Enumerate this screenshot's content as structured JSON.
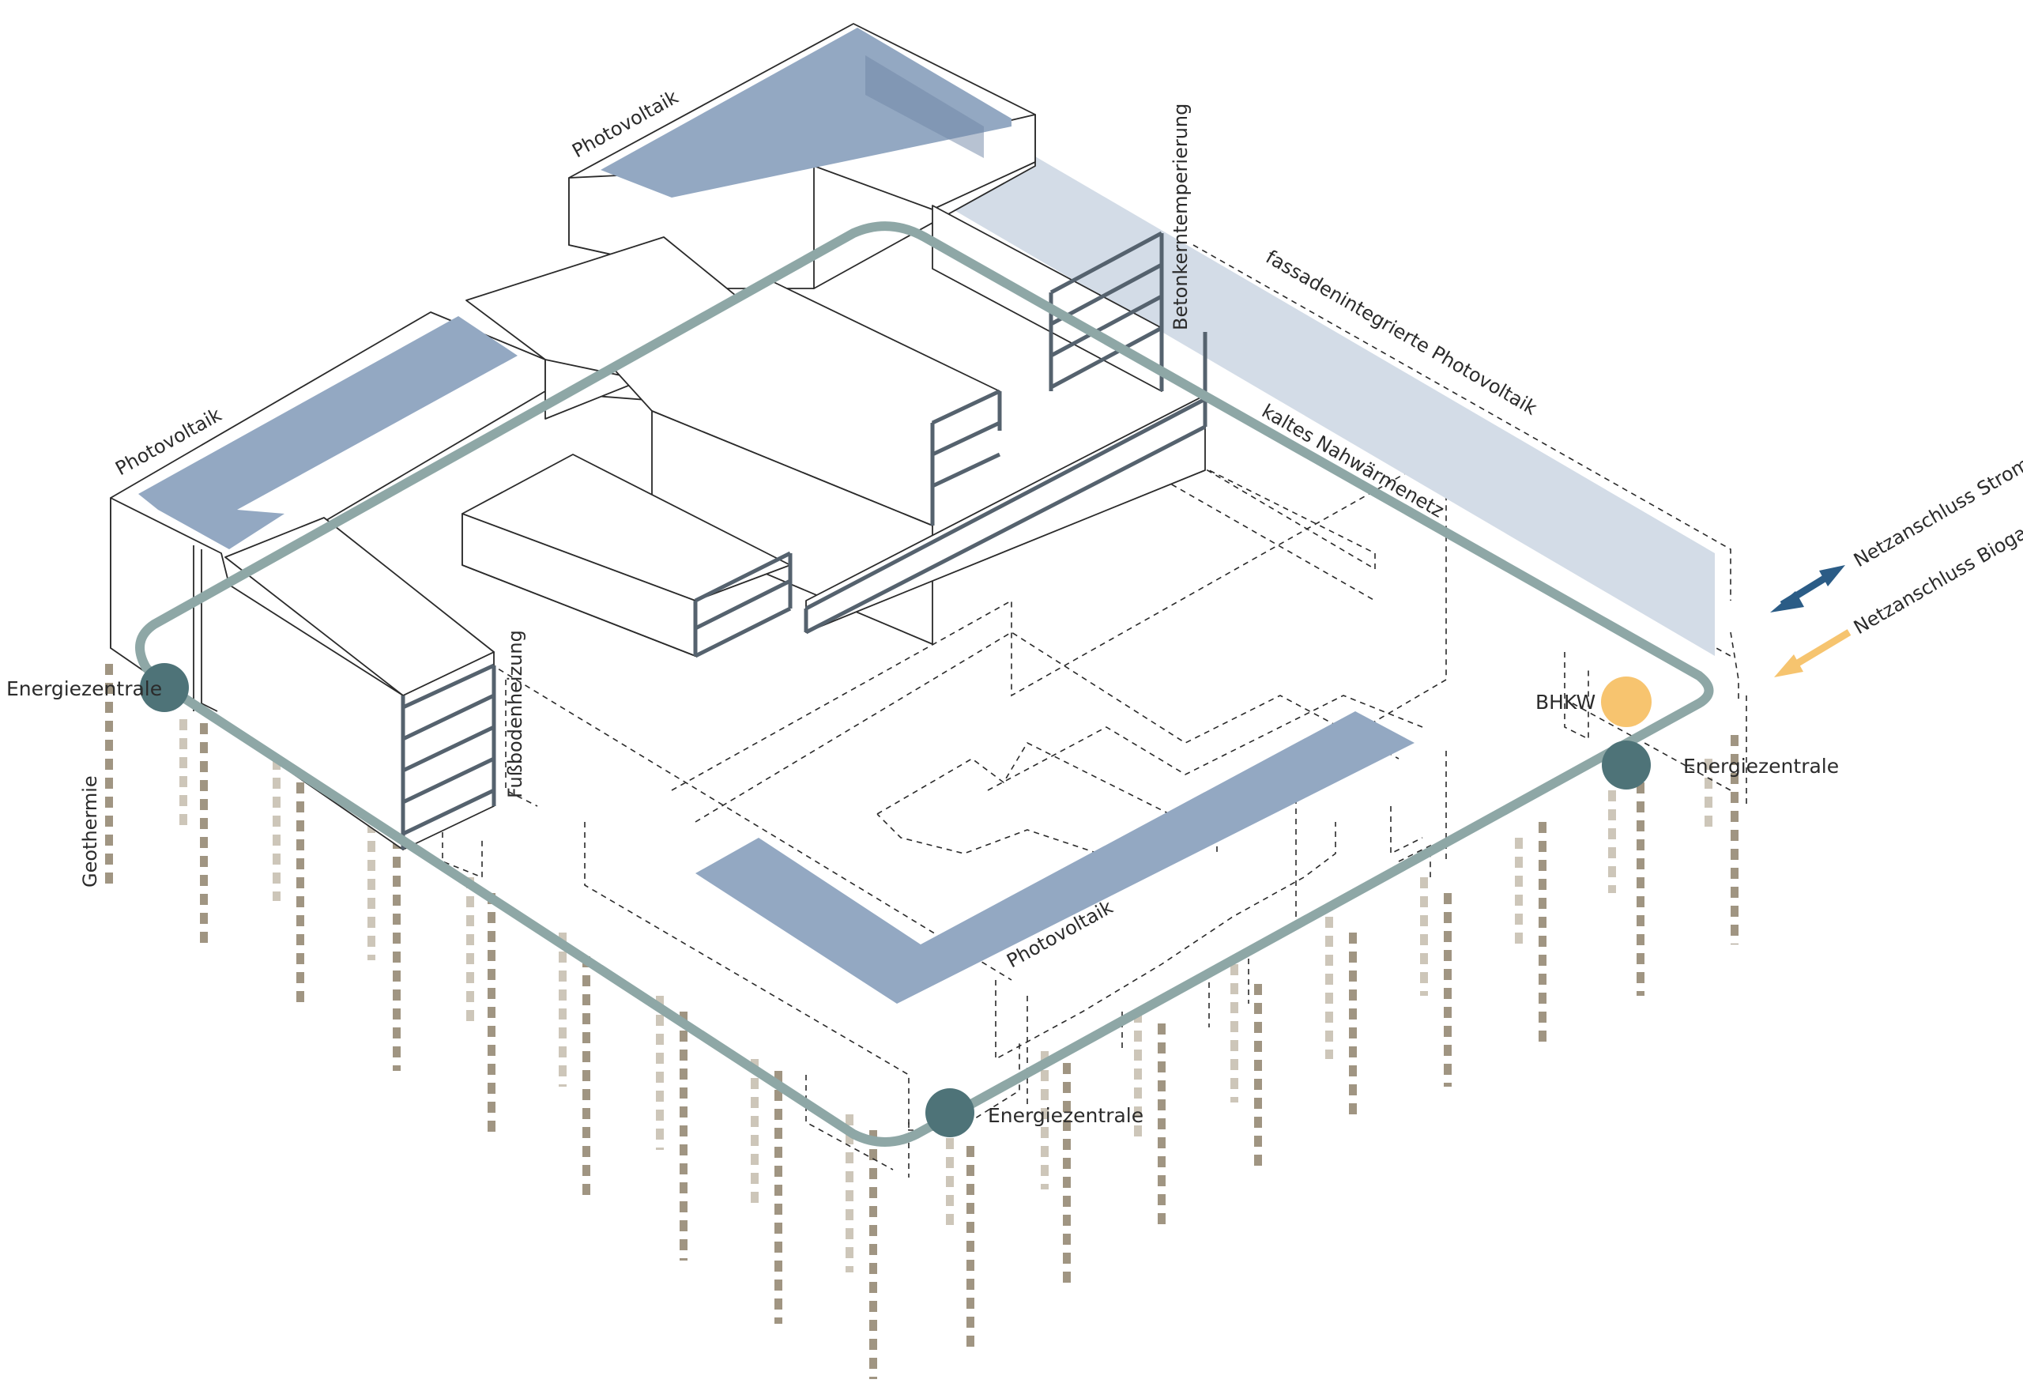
{
  "labels": {
    "pv_nw": "Photovoltaik",
    "pv_n": "Photovoltaik",
    "pv_s": "Photovoltaik",
    "beton": "Betonkerntemperierung",
    "fassade": "fassadenintegrierte Photovoltaik",
    "netz": "kaltes Nahwärmenetz",
    "fuss": "Fußbodenheizung",
    "geo": "Geothermie",
    "ez_w": "Energiezentrale",
    "ez_e": "Energiezentrale",
    "ez_s": "Energiezentrale",
    "bhkw": "BHKW",
    "strom": "Netzanschluss Strom",
    "biogas": "Netzanschluss Biogas"
  },
  "colors": {
    "pv": "#93a8c2",
    "facade_pv": "#d3dce7",
    "network_pipe": "#8ea7a6",
    "energy_hub": "#4e7378",
    "bhkw": "#f7c46f",
    "strom_arrow": "#2b5c86",
    "biogas_arrow": "#f6c46f",
    "geothermal_dark": "#a09582",
    "geothermal_light": "#cdc6b9"
  },
  "icons": {
    "strom": "double-arrow-icon",
    "biogas": "arrow-icon",
    "energy_hub": "circle-icon",
    "bhkw": "circle-icon"
  }
}
